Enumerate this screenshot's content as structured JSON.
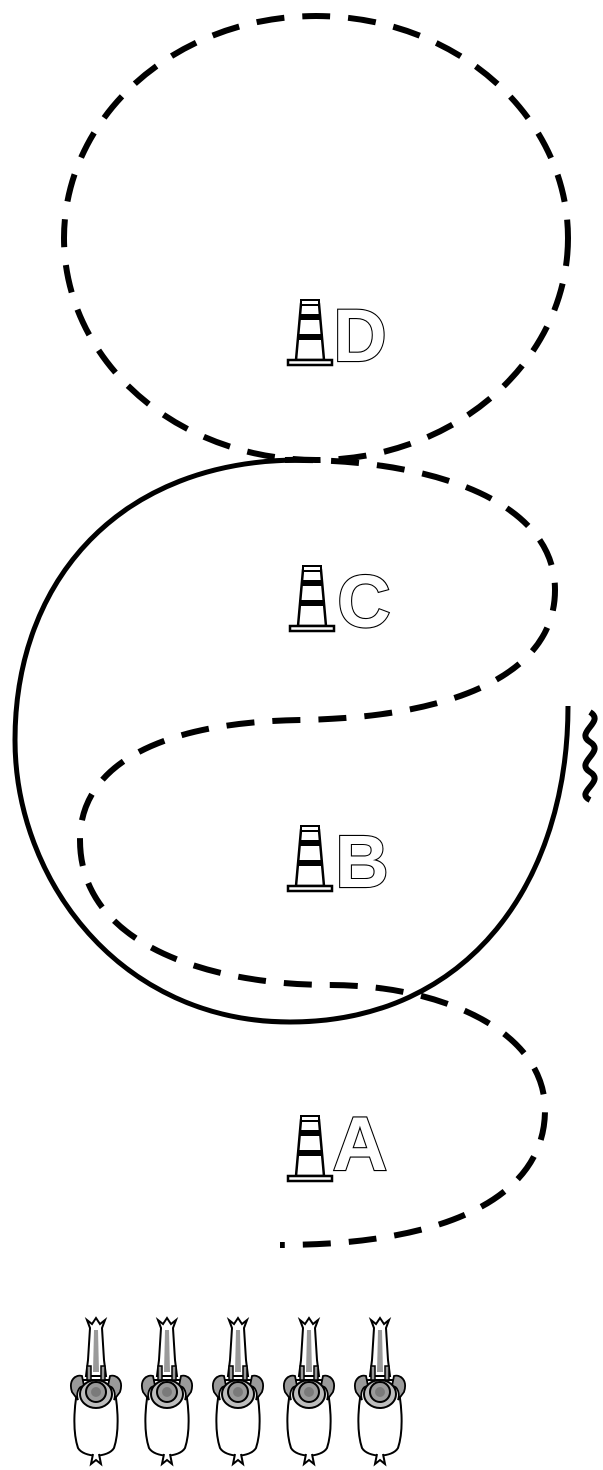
{
  "cones": [
    {
      "id": "D",
      "label": "D"
    },
    {
      "id": "C",
      "label": "C"
    },
    {
      "id": "B",
      "label": "B"
    },
    {
      "id": "A",
      "label": "A"
    }
  ],
  "riders": {
    "count": 5
  },
  "colors": {
    "line": "#000000",
    "cone_stripe": "#000000",
    "horse_gray": "#9a9a9a"
  }
}
